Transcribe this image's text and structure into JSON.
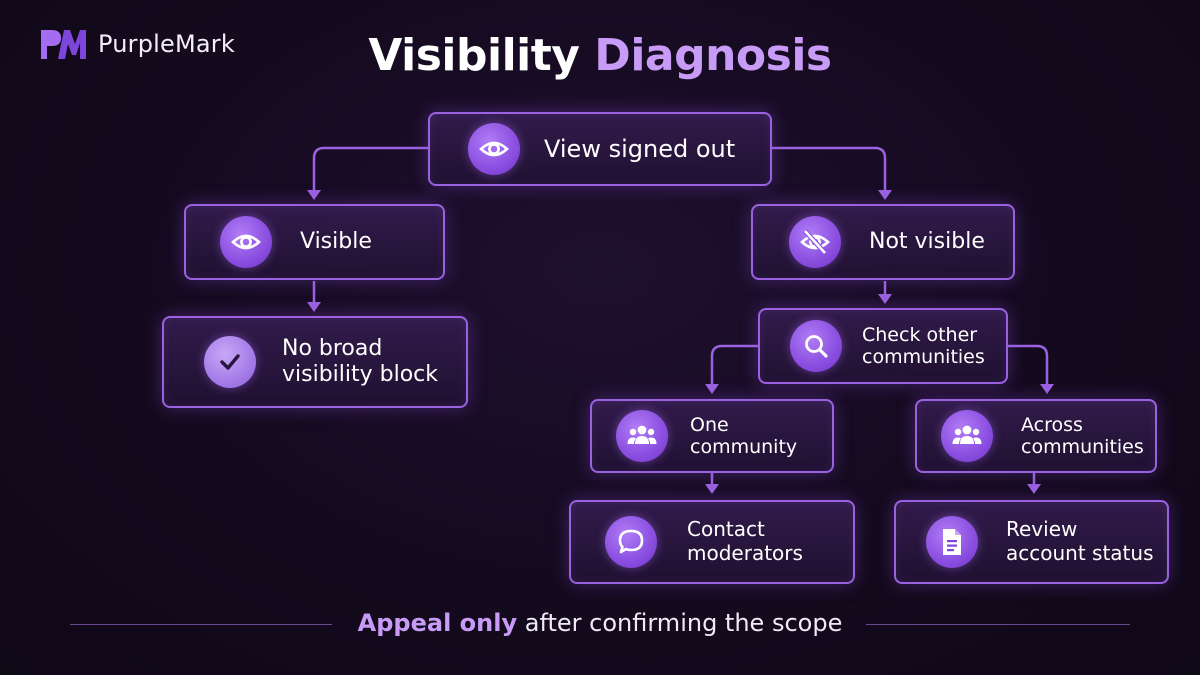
{
  "brand": {
    "name": "PurpleMark",
    "logo_icon": "pm-monogram-icon"
  },
  "title": {
    "part1": "Visibility",
    "part2": "Diagnosis"
  },
  "colors": {
    "accent": "#c89bf7",
    "node_border": "#9a62e0",
    "icon_fill": "#8a4ee0",
    "background": "#140a1e"
  },
  "nodes": {
    "view_signed_out": {
      "label": "View signed out",
      "icon": "eye-icon"
    },
    "visible": {
      "label": "Visible",
      "icon": "eye-icon"
    },
    "not_visible": {
      "label": "Not visible",
      "icon": "eye-off-icon"
    },
    "no_broad_block": {
      "line1": "No broad",
      "line2": "visibility block",
      "icon": "check-icon"
    },
    "check_other": {
      "line1": "Check other",
      "line2": "communities",
      "icon": "search-icon"
    },
    "one_community": {
      "line1": "One",
      "line2": "community",
      "icon": "group-icon"
    },
    "across_communities": {
      "line1": "Across",
      "line2": "communities",
      "icon": "group-icon"
    },
    "contact_moderators": {
      "line1": "Contact",
      "line2": "moderators",
      "icon": "chat-bubble-icon"
    },
    "review_account": {
      "line1": "Review",
      "line2": "account status",
      "icon": "document-icon"
    }
  },
  "footer": {
    "highlight": "Appeal only",
    "rest": "after confirming the scope"
  }
}
